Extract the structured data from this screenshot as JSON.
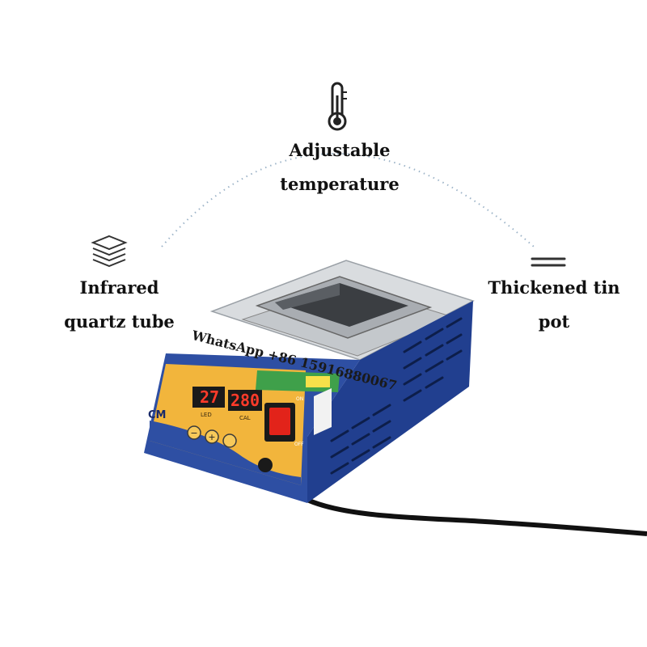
{
  "features": {
    "temperature": {
      "line1": "Adjustable",
      "line2": "temperature",
      "icon": "thermometer-icon"
    },
    "infrared": {
      "line1": "Infrared",
      "line2": "quartz tube",
      "icon": "layers-icon"
    },
    "tin_pot": {
      "line1": "Thickened tin pot",
      "icon": "double-line-icon"
    }
  },
  "watermark": "WhatsApp +86 15916880067",
  "device": {
    "brand": "CM",
    "display_left": "27",
    "display_right": "280",
    "led_label": "LED",
    "cal_label": "CAL",
    "switch_on": "ON",
    "switch_off": "OFF"
  },
  "colors": {
    "body_blue": "#2e4fa3",
    "panel_yellow": "#f2b53c",
    "display_red": "#ff3b2a",
    "switch_red": "#e2231a"
  }
}
